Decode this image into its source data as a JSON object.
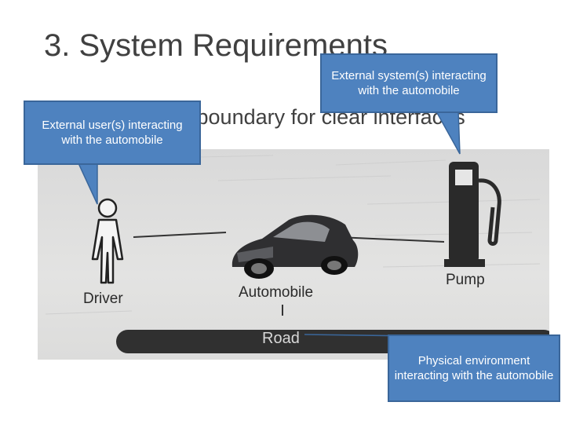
{
  "slide": {
    "title": "3. System Requirements",
    "bullet_visible_text": "n boundary for clear interfaces"
  },
  "photo": {
    "labels": {
      "driver": "Driver",
      "automobile": "Automobile",
      "pump": "Pump",
      "road": "Road"
    }
  },
  "callouts": {
    "external_users": "External user(s) interacting with the automobile",
    "external_systems": "External system(s) interacting with the automobile",
    "physical_environment": "Physical environment interacting with the automobile"
  },
  "colors": {
    "callout_fill": "#4e82bf",
    "callout_border": "#3a669a",
    "title_text": "#404040"
  }
}
